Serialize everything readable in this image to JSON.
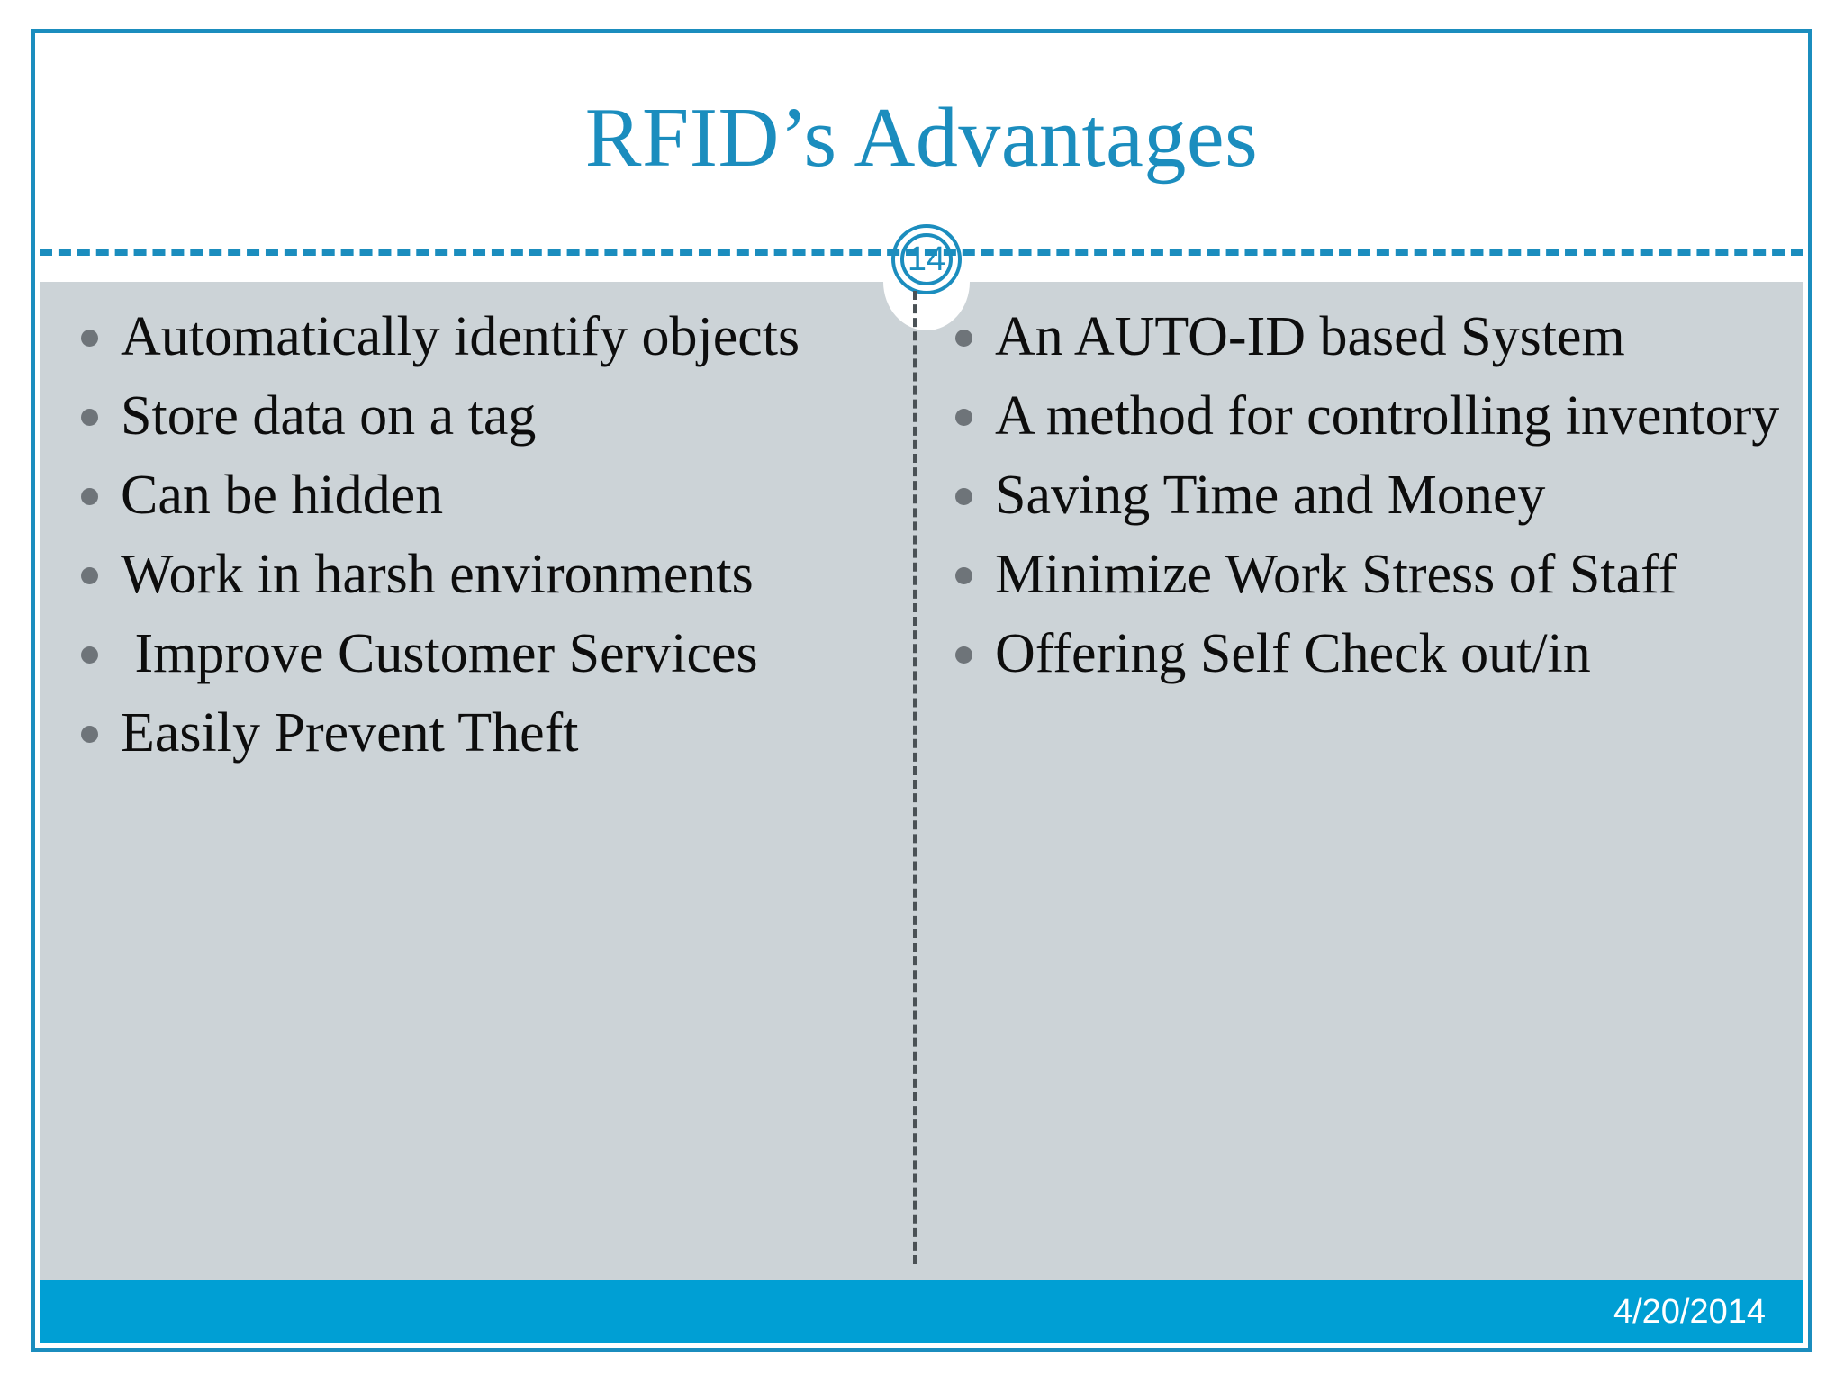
{
  "slide": {
    "title": "RFID’s Advantages",
    "page_number": "14",
    "date": "4/20/2014",
    "colors": {
      "accent": "#1b8dbe",
      "footer_bar": "#009fd4",
      "body_panel": "#ccd3d7",
      "bullet_marker": "#6e7479",
      "body_text": "#0d0d0d",
      "divider_dashed": "#4a5155"
    },
    "columns": {
      "left": {
        "bullets": [
          "Automatically identify objects",
          "Store data on a tag",
          "Can be hidden",
          "Work in harsh environments",
          " Improve Customer Services",
          "Easily Prevent Theft"
        ]
      },
      "right": {
        "bullets": [
          "An AUTO-ID based System",
          "A method for controlling inventory",
          "Saving Time and Money",
          "Minimize Work Stress of Staff",
          "Offering Self Check out/in"
        ]
      }
    }
  }
}
